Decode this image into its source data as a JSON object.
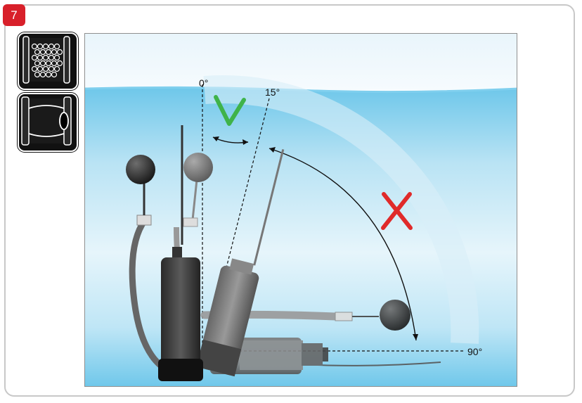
{
  "step": {
    "number": "7",
    "color": "#d8202a"
  },
  "icons": [
    {
      "name": "pump-intake-screen-icon"
    },
    {
      "name": "pump-float-switch-icon"
    }
  ],
  "diagram": {
    "angle_labels": {
      "zero": "0°",
      "fifteen": "15°",
      "ninety": "90°"
    },
    "allowed_mark_color": "#3fb34a",
    "forbidden_mark_color": "#e02a2a",
    "water_color": "#6ec7ea"
  }
}
